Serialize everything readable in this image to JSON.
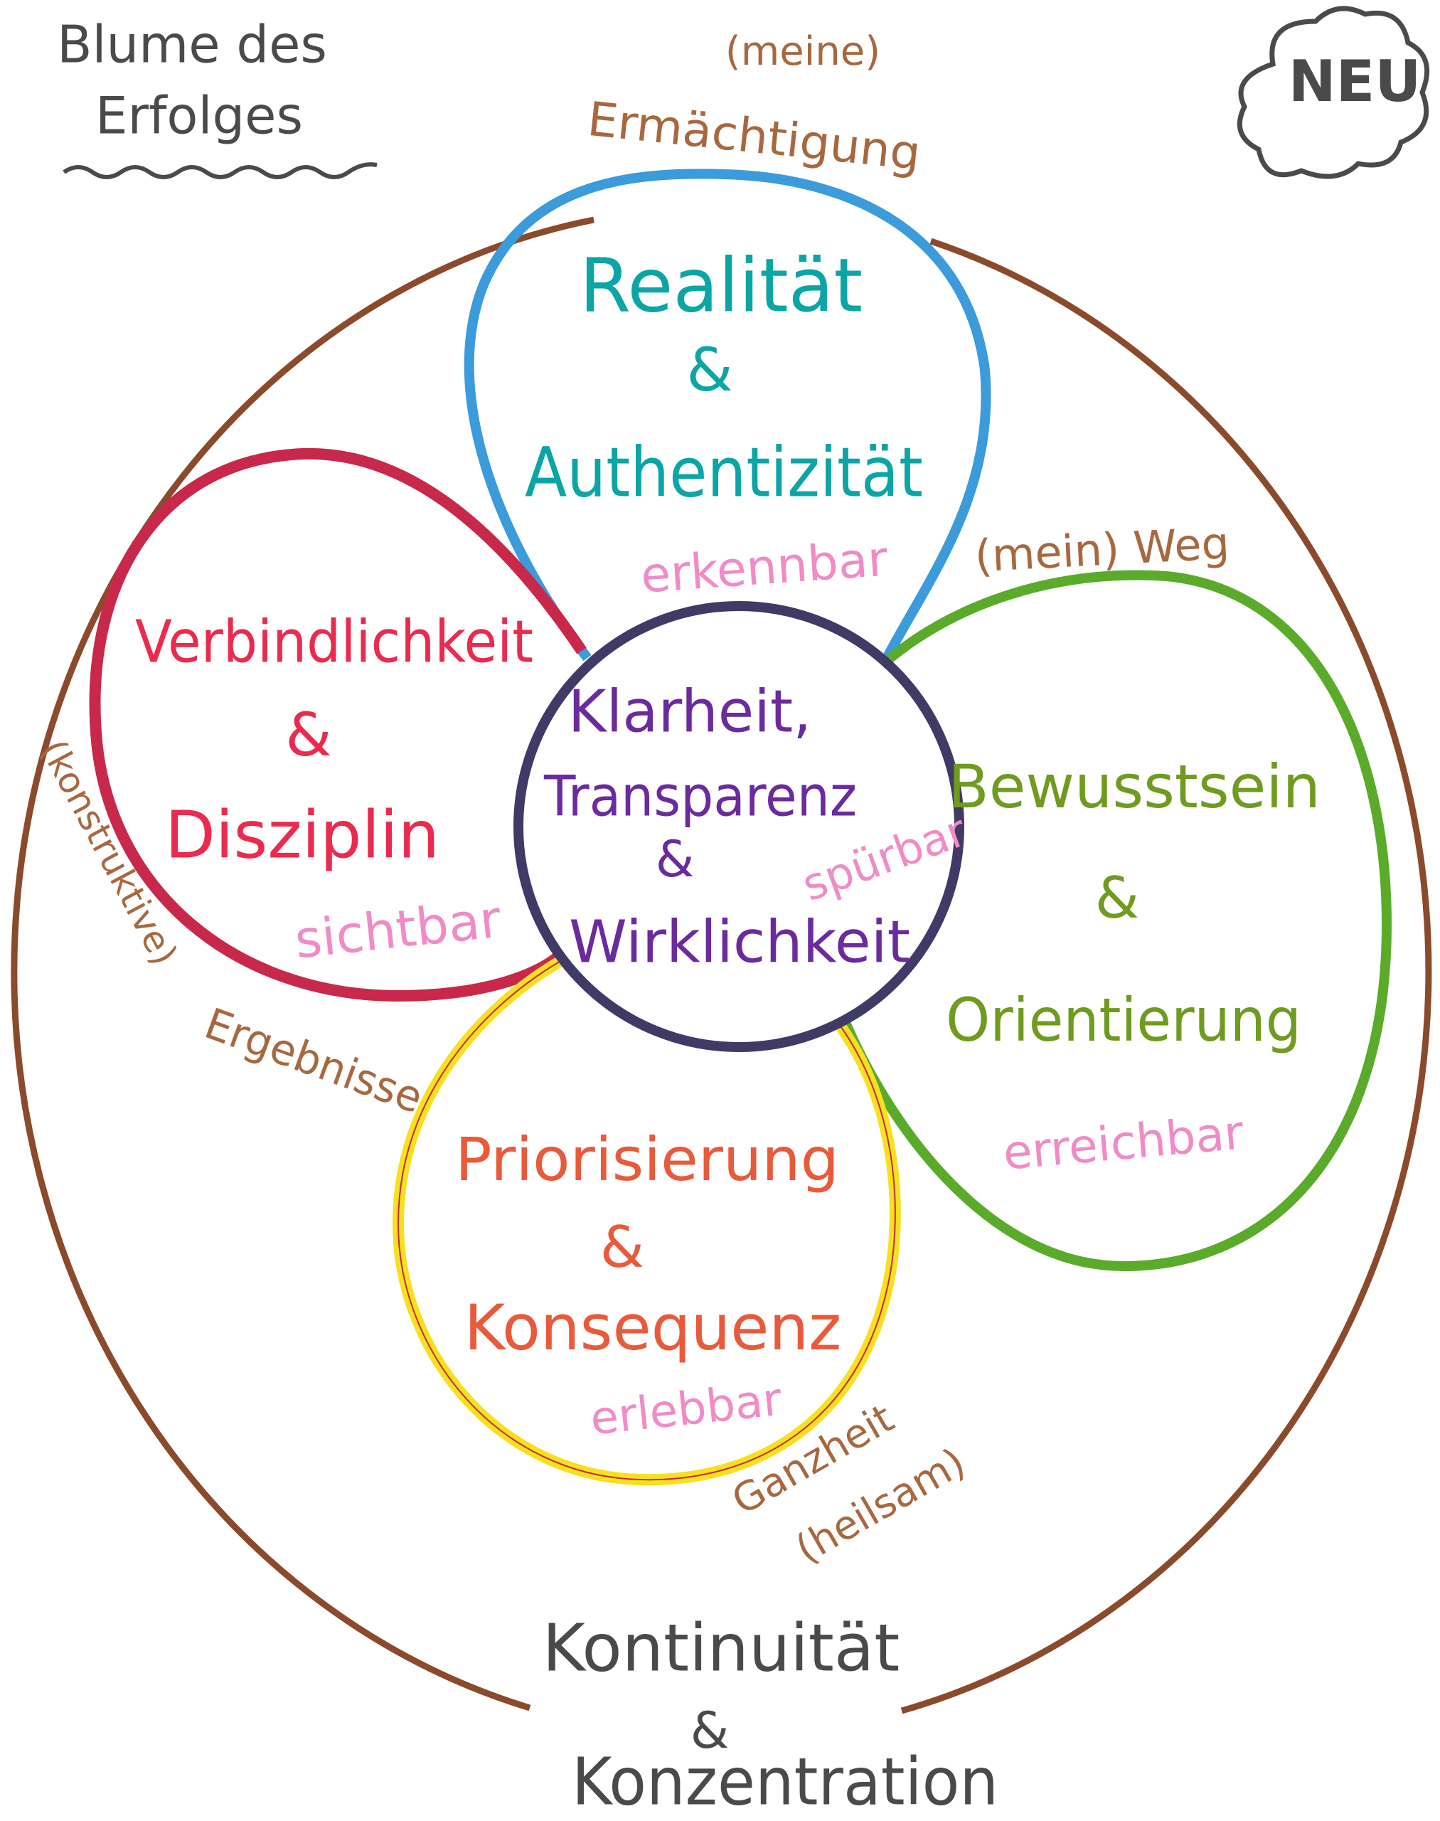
{
  "title": {
    "line1": "Blume des",
    "line2": "Erfolges"
  },
  "badge": "NEU",
  "top_label": {
    "line1": "(meine)",
    "line2": "Ermächtigung"
  },
  "bottom_label": {
    "line1": "Kontinuität",
    "amp": "&",
    "line2": "Konzentration"
  },
  "center": {
    "line1": "Klarheit,",
    "line2": "Transparenz",
    "amp": "&",
    "line3": "Wirklichkeit",
    "tag": "spürbar"
  },
  "petals": {
    "top": {
      "line1": "Realität",
      "amp": "&",
      "line2": "Authentizität",
      "tag": "erkennbar"
    },
    "left": {
      "line1": "Verbindlichkeit",
      "amp": "&",
      "line2": "Disziplin",
      "tag": "sichtbar"
    },
    "right": {
      "line1": "Bewusstsein",
      "amp": "&",
      "line2": "Orientierung",
      "tag": "erreichbar"
    },
    "bottom": {
      "line1": "Priorisierung",
      "amp": "&",
      "line2": "Konsequenz",
      "tag": "erlebbar"
    }
  },
  "side_labels": {
    "right": "(mein) Weg",
    "left_1": "(konstruktive)",
    "left_2": "Ergebnisse",
    "bottom_right_1": "Ganzheit",
    "bottom_right_2": "(heilsam)"
  },
  "colors": {
    "ring": "#8b4a2b",
    "blue": "#3b9bdb",
    "red": "#c8284a",
    "green": "#5aab2a",
    "yellow": "#f5e11e",
    "center": "#3f3a66",
    "pink": "#f08bc6"
  }
}
